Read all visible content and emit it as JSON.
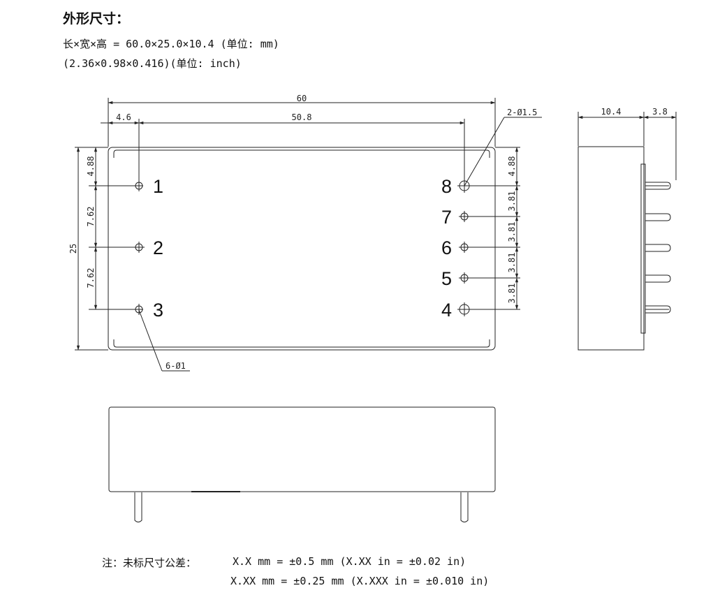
{
  "heading": "外形尺寸：",
  "dims_mm": "长×宽×高 = 60.0×25.0×10.4 (单位: mm)",
  "dims_in": "(2.36×0.98×0.416)(单位: inch)",
  "labels": {
    "overall_length": "60",
    "edge_offset": "4.6",
    "pin_span": "50.8",
    "big_hole": "2-Ø1.5",
    "small_hole": "6-Ø1",
    "height": "25",
    "left_top": "4.88",
    "left_mid1": "7.62",
    "left_mid2": "7.62",
    "right_top": "4.88",
    "right_pitch": "3.81",
    "side_depth": "10.4",
    "side_pin": "3.8"
  },
  "pins": {
    "p1": "1",
    "p2": "2",
    "p3": "3",
    "p4": "4",
    "p5": "5",
    "p6": "6",
    "p7": "7",
    "p8": "8"
  },
  "note": {
    "label": "注：未标尺寸公差：",
    "line1": "X.X mm = ±0.5 mm (X.XX in = ±0.02 in)",
    "line2": "X.XX mm = ±0.25 mm (X.XXX in = ±0.010 in)"
  }
}
